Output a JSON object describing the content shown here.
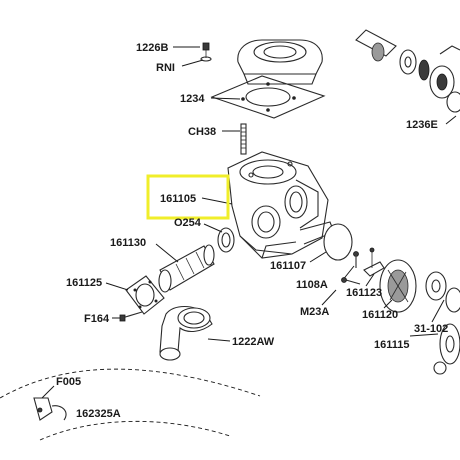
{
  "highlight_color": "#f0ee2a",
  "labels": {
    "p1226B": "1226B",
    "pRNI": "RNI",
    "p1234": "1234",
    "pCH38": "CH38",
    "p1236E": "1236E",
    "p161105": "161105",
    "pO254": "O254",
    "p161130": "161130",
    "p161125": "161125",
    "pF164": "F164",
    "p161107": "161107",
    "p1108A": "1108A",
    "p161123": "161123",
    "pM23A": "M23A",
    "p161120": "161120",
    "p31102": "31-102",
    "p161115": "161115",
    "p1222AW": "1222AW",
    "pF005": "F005",
    "p162325A": "162325A"
  }
}
